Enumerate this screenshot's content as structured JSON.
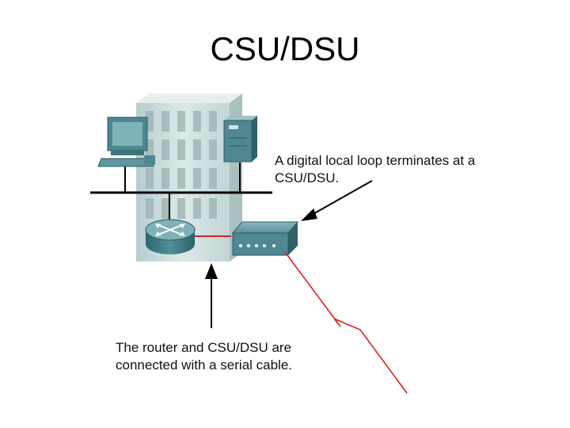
{
  "slide": {
    "title": "CSU/DSU"
  },
  "callouts": {
    "csu_dsu": {
      "line1": "A digital local loop terminates at a",
      "line2": "CSU/DSU."
    },
    "router": {
      "line1": "The router and CSU/DSU are",
      "line2": "connected with a serial cable."
    }
  },
  "colors": {
    "serial_cable": "#e02020",
    "wan_link": "#e02020",
    "lan_bus": "#000000",
    "building": "#cfe0e0",
    "router_body": "#3f7c86",
    "csu_dsu_body": "#5c8f98"
  },
  "icons": [
    "pc-icon",
    "server-icon",
    "router-icon",
    "csu-dsu-icon",
    "building-icon",
    "lightning-link-icon"
  ]
}
